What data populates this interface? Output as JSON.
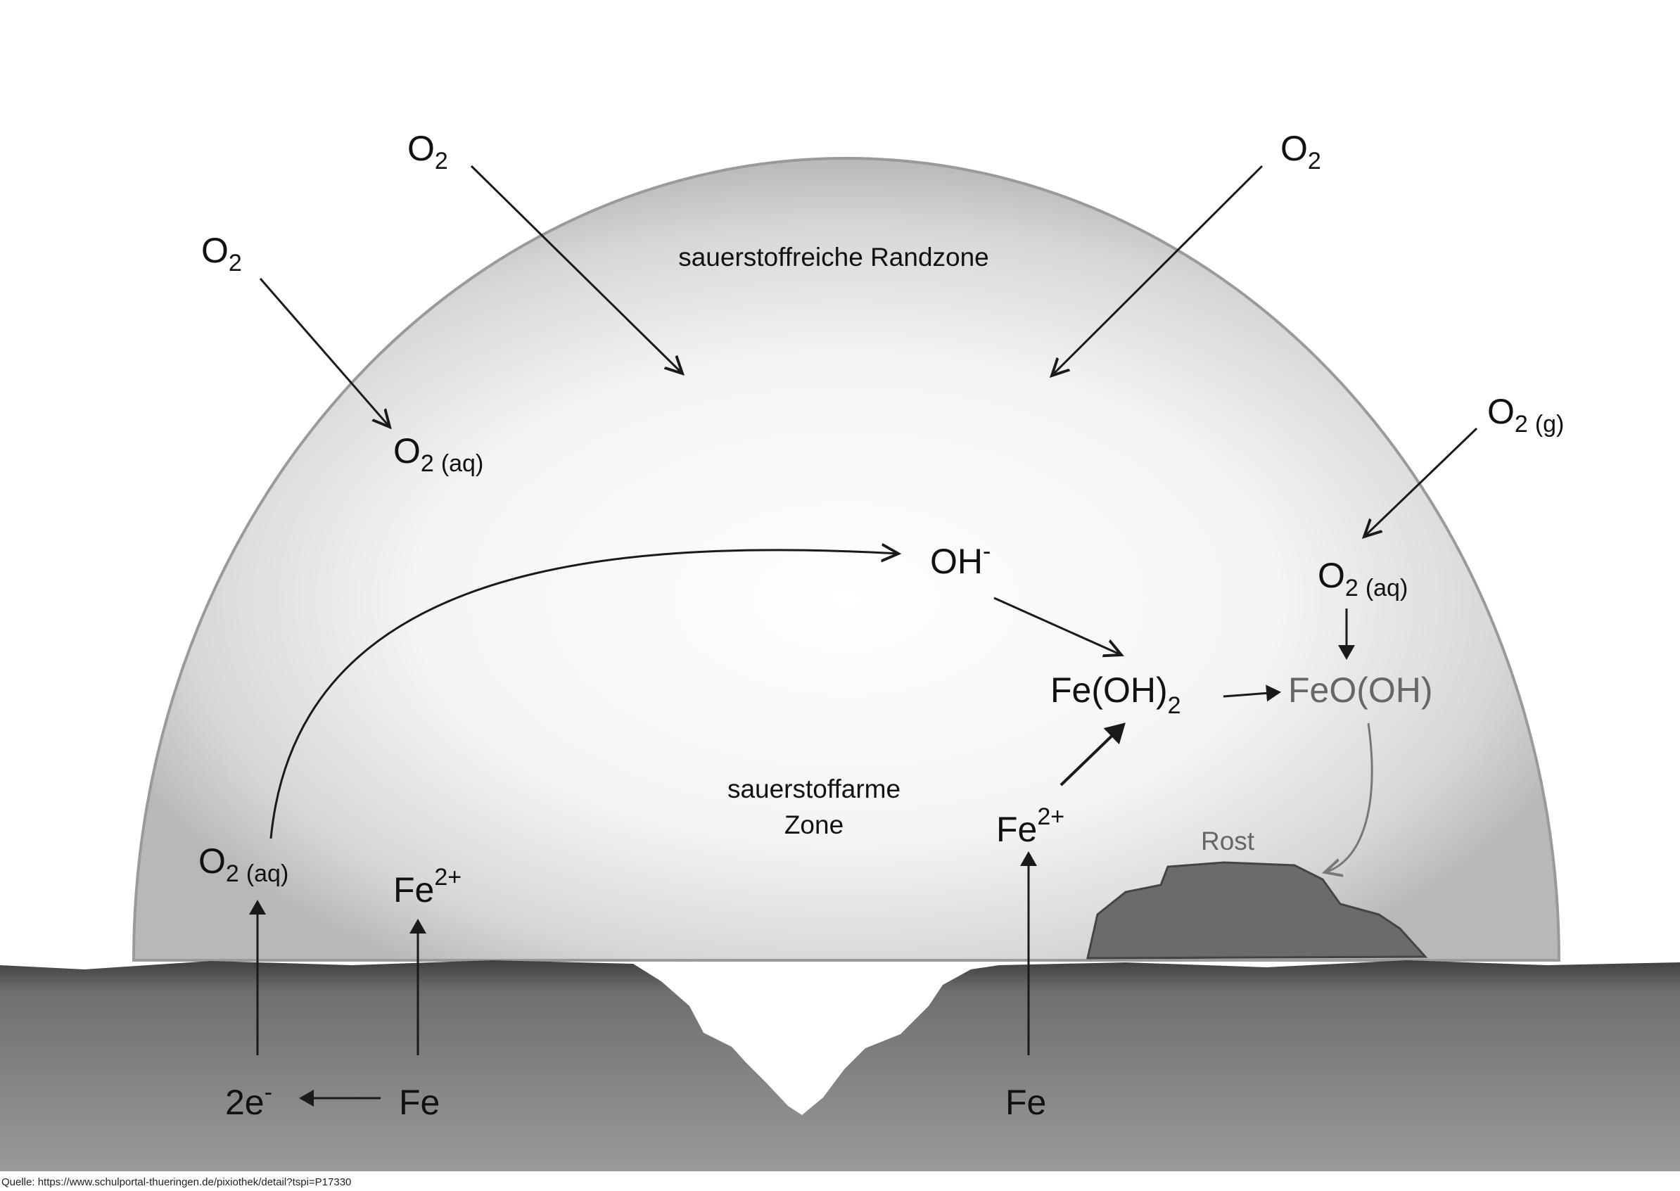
{
  "labels": {
    "o2_top_left": "O",
    "o2_top_right": "O",
    "o2_left": "O",
    "two": "2",
    "aq": "(aq)",
    "g": "(g)",
    "o2_g": "O",
    "o2_aq_left_top": "O",
    "o2_aq_right": "O",
    "o2_aq_bottom": "O",
    "oh": "OH",
    "minus": "-",
    "feoh2": "Fe(OH)",
    "feooh": "FeO(OH)",
    "fe2plus_right": "Fe",
    "fe2plus_left": "Fe",
    "twoplus": "2+",
    "fe_left": "Fe",
    "fe_right": "Fe",
    "two_e": "2e",
    "rich_zone": "sauerstoffreiche Randzone",
    "poor_zone_1": "sauerstoffarme",
    "poor_zone_2": "Zone",
    "rust": "Rost"
  },
  "source": "Quelle: https://www.schulportal-thueringen.de/pixiothek/detail?tspi=P17330",
  "colors": {
    "arrow": "#1a1a1a",
    "gray_text": "#666666",
    "ground": "#6a6a6a"
  }
}
